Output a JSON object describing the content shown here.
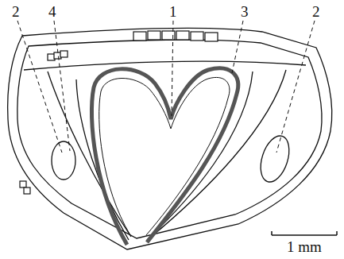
{
  "diagram": {
    "labels": [
      "2",
      "4",
      "1",
      "3",
      "2",
      "1 mm"
    ]
  }
}
